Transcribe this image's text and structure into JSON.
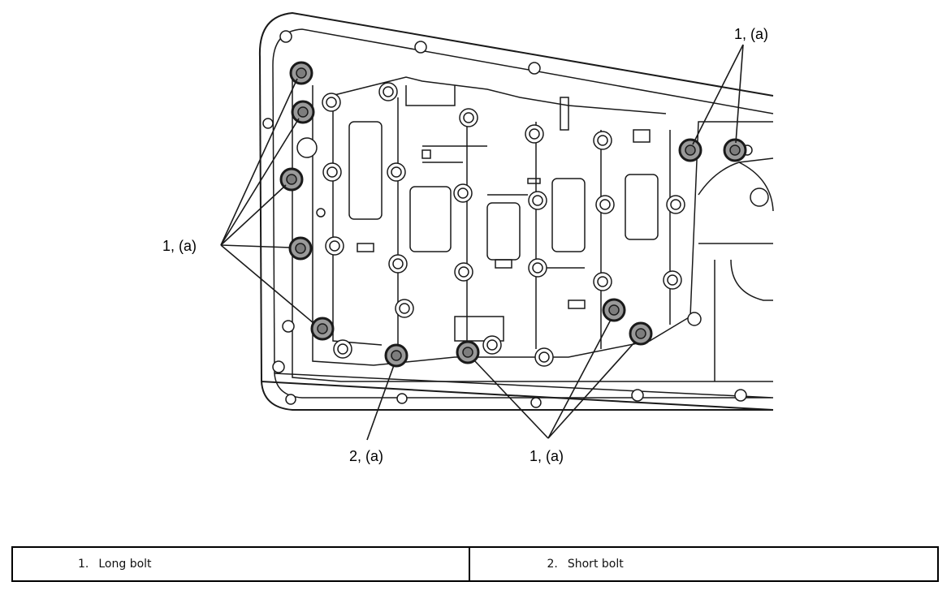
{
  "callouts": {
    "top_right": "1, (a)",
    "left": "1, (a)",
    "bottom_left": "2, (a)",
    "bottom_center": "1, (a)"
  },
  "legend": [
    {
      "number": "1.",
      "label": "Long bolt"
    },
    {
      "number": "2.",
      "label": "Short bolt"
    }
  ],
  "colors": {
    "line": "#1a1a1a",
    "bolt_fill": "#9a9a9a",
    "background": "#ffffff"
  }
}
